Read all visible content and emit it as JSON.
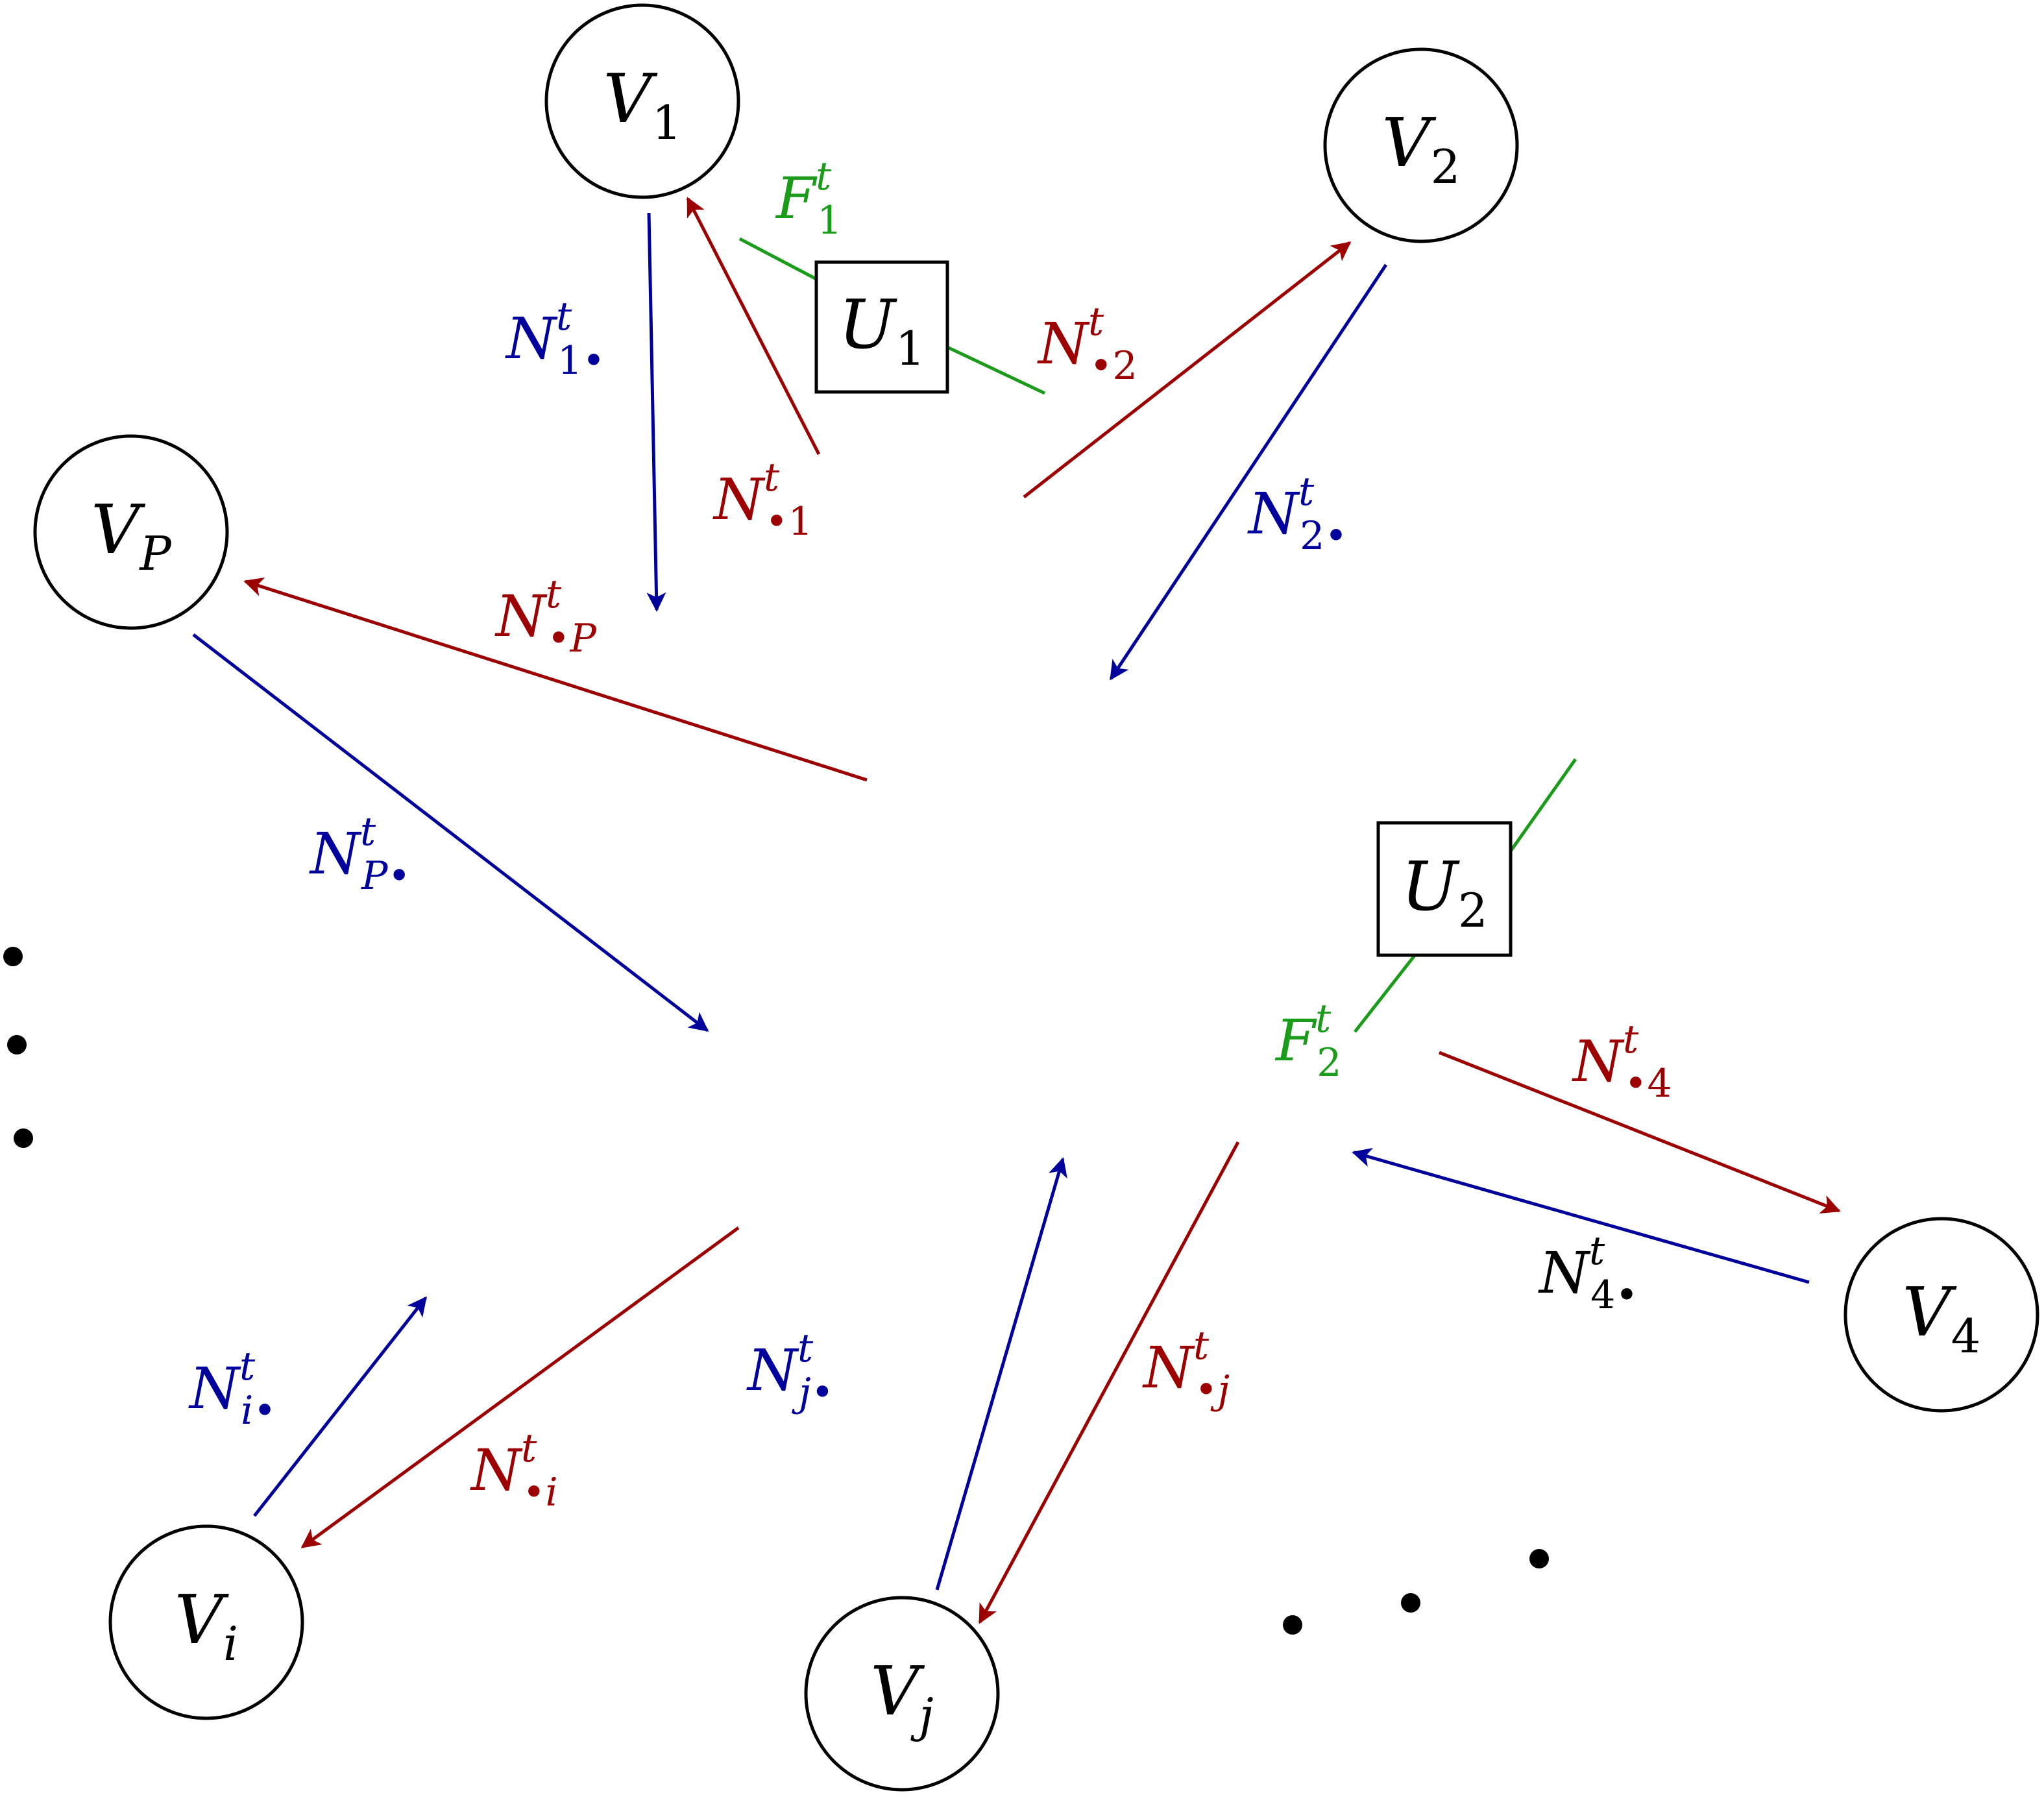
{
  "colors": {
    "black": "#000000",
    "blue": "#00009c",
    "red": "#9c0000",
    "green": "#1a9c1a"
  },
  "nodes": [
    {
      "id": "v1",
      "base": "V",
      "sub": "1"
    },
    {
      "id": "v2",
      "base": "V",
      "sub": "2"
    },
    {
      "id": "vp",
      "base": "V",
      "sub": "P"
    },
    {
      "id": "v4",
      "base": "V",
      "sub": "4"
    },
    {
      "id": "vi",
      "base": "V",
      "sub": "i"
    },
    {
      "id": "vj",
      "base": "V",
      "sub": "j"
    }
  ],
  "boxes": [
    {
      "id": "u1",
      "base": "U",
      "sub": "1"
    },
    {
      "id": "u2",
      "base": "U",
      "sub": "2"
    }
  ],
  "labels": {
    "f1": {
      "base": "F",
      "sup": "t",
      "sub": "1"
    },
    "f2": {
      "base": "F",
      "sup": "t",
      "sub": "2"
    },
    "n1dot_blue": {
      "base": "N",
      "sup": "t",
      "sub": "1•"
    },
    "ndot1_red": {
      "base": "N",
      "sup": "t",
      "sub": "•1"
    },
    "ndot2_red": {
      "base": "N",
      "sup": "t",
      "sub": "•2"
    },
    "n2dot_blue": {
      "base": "N",
      "sup": "t",
      "sub": "2•"
    },
    "ndotp_red": {
      "base": "N",
      "sup": "t",
      "sub": "•P"
    },
    "npdot_blue": {
      "base": "N",
      "sup": "t",
      "sub": "P•"
    },
    "ndot4_red": {
      "base": "N",
      "sup": "t",
      "sub": "•4"
    },
    "n4dot_black": {
      "base": "N",
      "sup": "t",
      "sub": "4•"
    },
    "nidot_blue": {
      "base": "N",
      "sup": "t",
      "sub": "i•"
    },
    "ndoti_red": {
      "base": "N",
      "sup": "t",
      "sub": "•i"
    },
    "njdot_blue": {
      "base": "N",
      "sup": "t",
      "sub": "j•"
    },
    "ndotj_red": {
      "base": "N",
      "sup": "t",
      "sub": "•j"
    }
  }
}
